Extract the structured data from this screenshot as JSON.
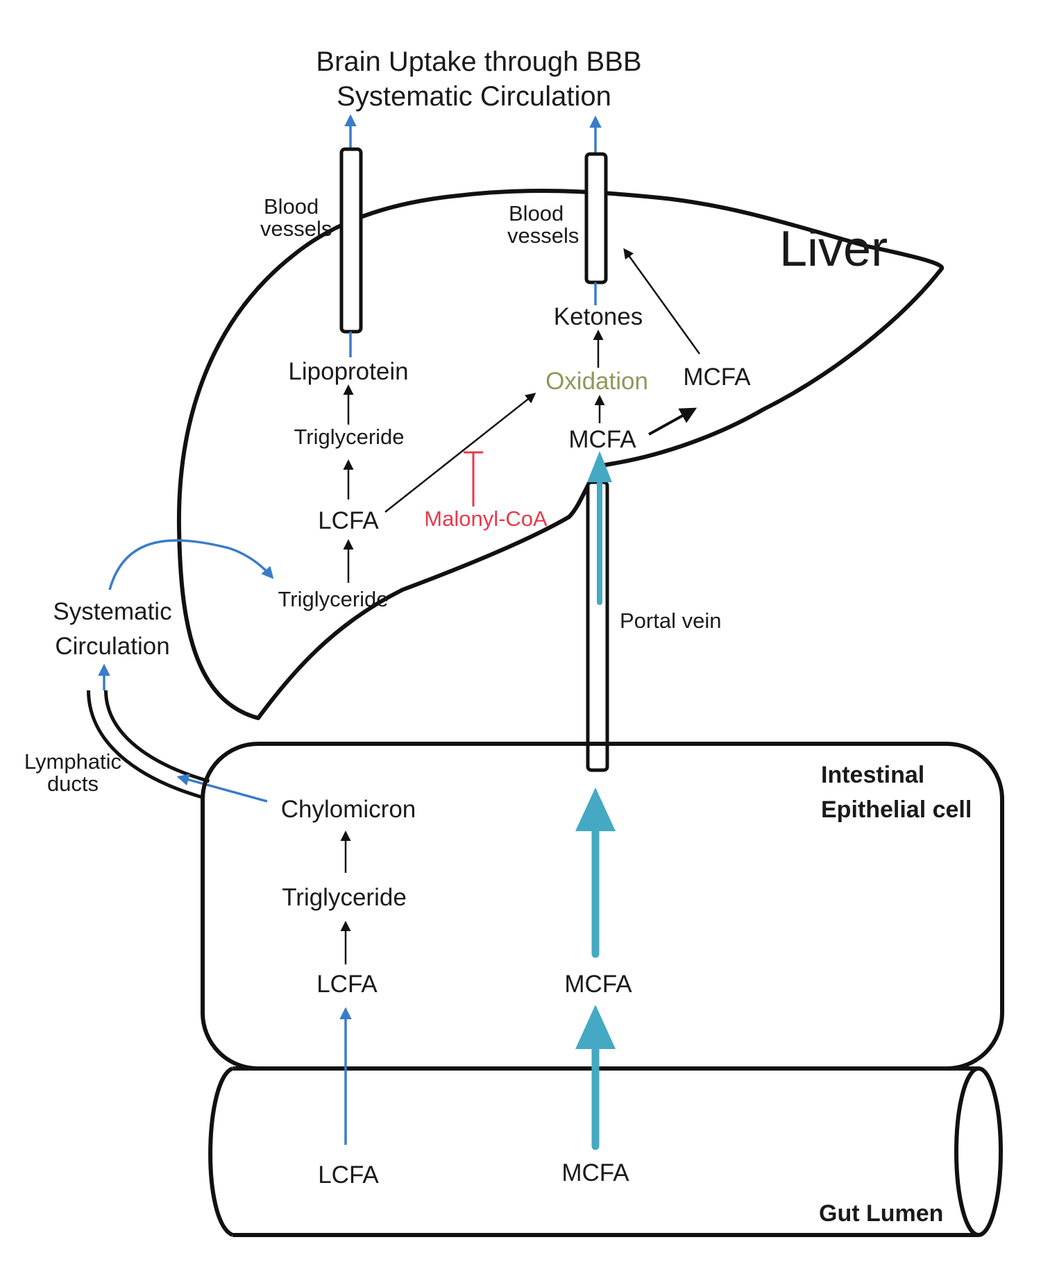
{
  "title": {
    "line1": "Brain Uptake through BBB",
    "line2": "Systematic Circulation"
  },
  "liver": {
    "label": "Liver",
    "blood_vessels_left": [
      "Blood",
      "vessels"
    ],
    "blood_vessels_right": [
      "Blood",
      "vessels"
    ],
    "lipoprotein": "Lipoprotein",
    "triglyceride_upper": "Triglyceride",
    "lcfa": "LCFA",
    "triglyceride_lower": "Triglyceride",
    "ketones": "Ketones",
    "oxidation": "Oxidation",
    "mcfa_center": "MCFA",
    "mcfa_right": "MCFA",
    "malonyl_coa": "Malonyl-CoA",
    "portal_vein": "Portal vein"
  },
  "systemic": {
    "systematic_circulation": [
      "Systematic",
      "Circulation"
    ],
    "lymphatic_ducts": [
      "Lymphatic",
      "ducts"
    ]
  },
  "intestine": {
    "label": [
      "Intestinal",
      "Epithelial cell"
    ],
    "chylomicron": "Chylomicron",
    "triglyceride": "Triglyceride",
    "lcfa": "LCFA",
    "mcfa": "MCFA"
  },
  "gut": {
    "label": "Gut Lumen",
    "lcfa": "LCFA",
    "mcfa": "MCFA"
  },
  "colors": {
    "blue_arrow": "#3a7cc8",
    "teal_arrow": "#45a9c4",
    "oxidation_text": "#8a9a5b",
    "inhibition_red": "#e8394a",
    "outline": "#111111"
  }
}
